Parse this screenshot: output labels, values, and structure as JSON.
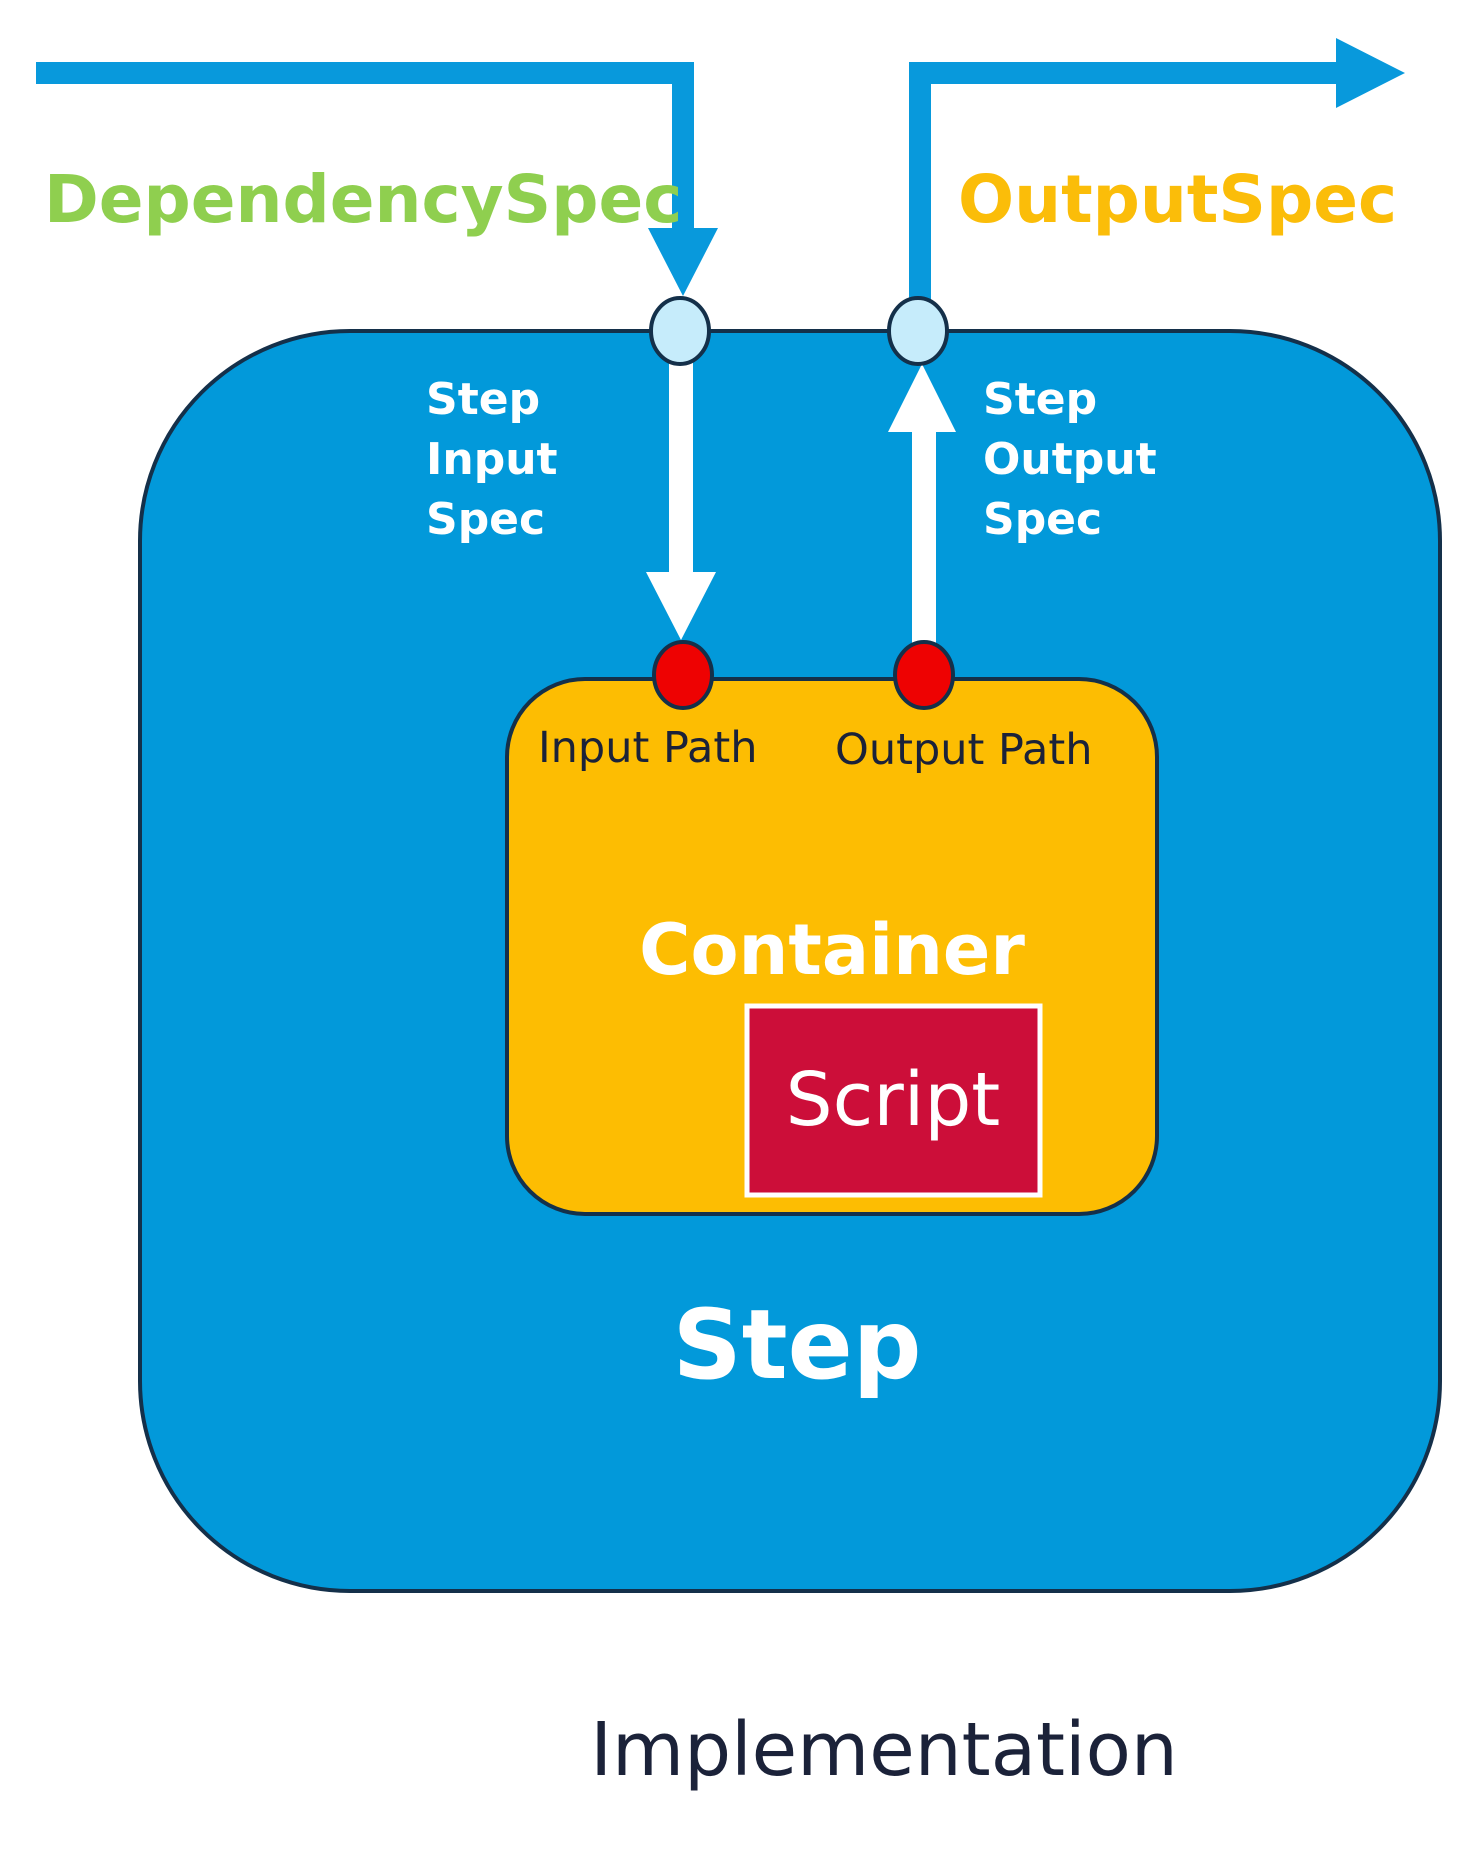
{
  "labels": {
    "dependency_spec": "DependencySpec",
    "output_spec": "OutputSpec",
    "step_input_spec": [
      "Step",
      "Input",
      "Spec"
    ],
    "step_output_spec": [
      "Step",
      "Output",
      "Spec"
    ],
    "input_path": "Input Path",
    "output_path": "Output Path",
    "container": "Container",
    "script": "Script",
    "step": "Step",
    "caption": "Implementation"
  },
  "colors": {
    "step_fill": "#0299da",
    "flow_arrow": "#0899dc",
    "dependency_text": "#8fcf4f",
    "output_text": "#fbbd09",
    "container_fill": "#fdbd02",
    "script_fill": "#cc0e39",
    "port_outer": "#c6ecfb",
    "port_inner": "#ee0202",
    "dark_text": "#1b2239",
    "white": "#ffffff"
  }
}
